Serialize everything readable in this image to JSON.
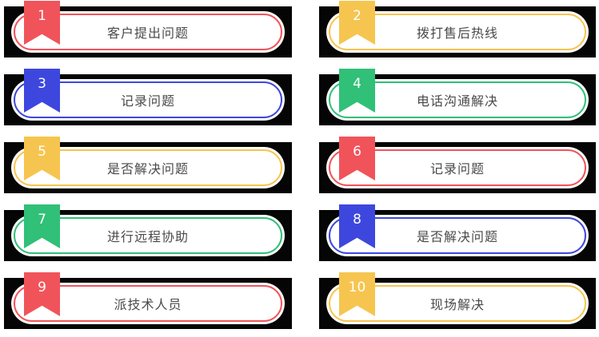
{
  "page": {
    "background": "#ffffff",
    "card_color": "#050505",
    "label_text_color": "#4a4a4a",
    "number_text_color": "#ffffff"
  },
  "colors": {
    "red": "#f1535a",
    "yellow": "#f6c54f",
    "blue": "#3d47de",
    "green": "#30c077"
  },
  "steps": [
    {
      "number": "1",
      "label": "客户提出问题",
      "color": "red"
    },
    {
      "number": "2",
      "label": "拨打售后热线",
      "color": "yellow"
    },
    {
      "number": "3",
      "label": "记录问题",
      "color": "blue"
    },
    {
      "number": "4",
      "label": "电话沟通解决",
      "color": "green"
    },
    {
      "number": "5",
      "label": "是否解决问题",
      "color": "yellow"
    },
    {
      "number": "6",
      "label": "记录问题",
      "color": "red"
    },
    {
      "number": "7",
      "label": "进行远程协助",
      "color": "green"
    },
    {
      "number": "8",
      "label": "是否解决问题",
      "color": "blue"
    },
    {
      "number": "9",
      "label": "派技术人员",
      "color": "red"
    },
    {
      "number": "10",
      "label": "现场解决",
      "color": "yellow"
    }
  ]
}
